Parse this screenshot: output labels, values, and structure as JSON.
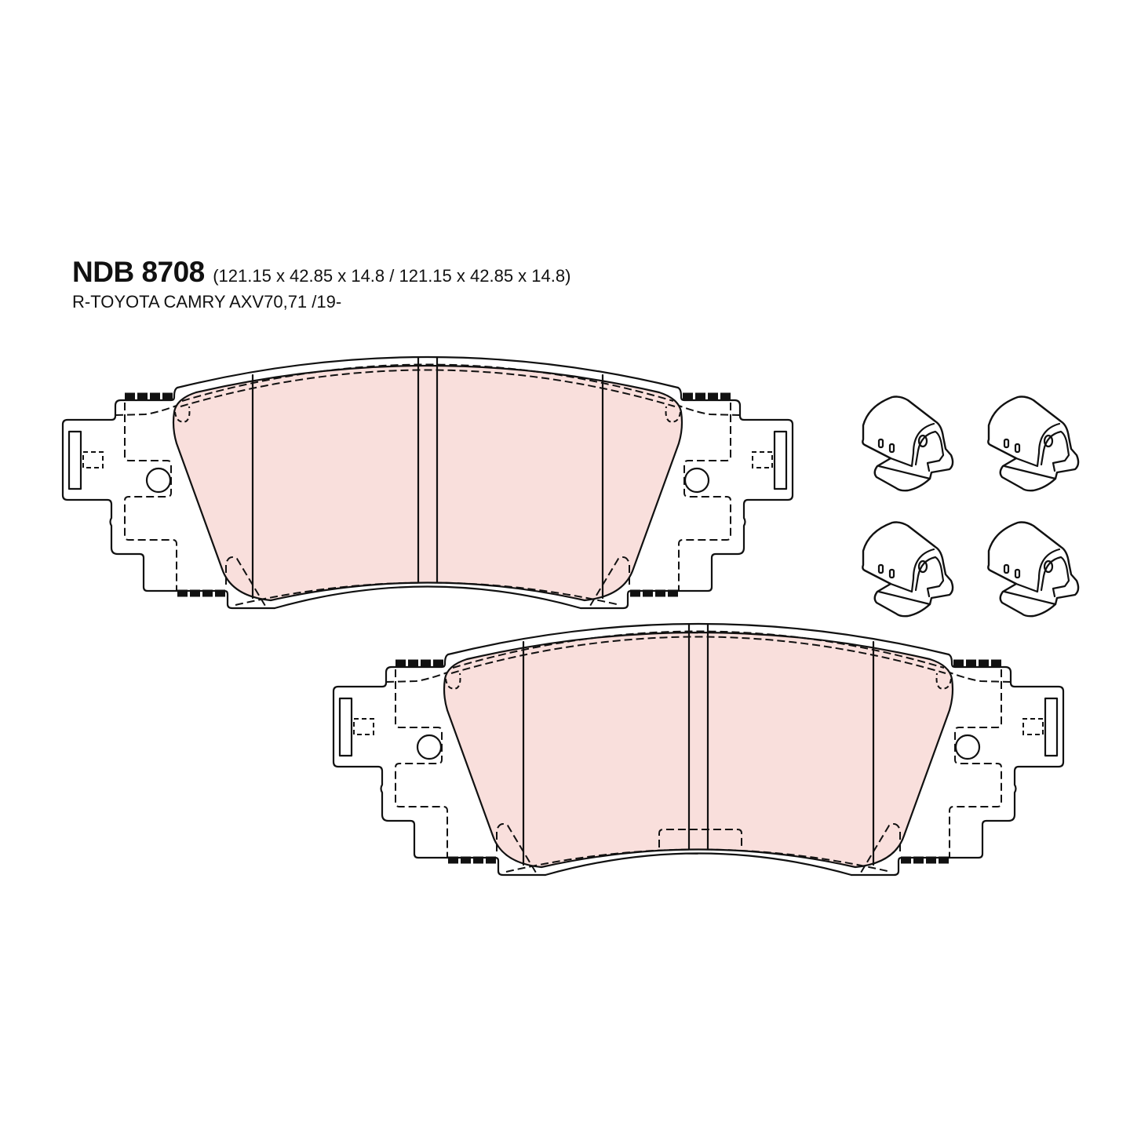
{
  "header": {
    "part_code": "NDB 8708",
    "dimensions": "(121.15 x 42.85 x 14.8 / 121.15 x 42.85 x 14.8)",
    "application": "R-TOYOTA CAMRY AXV70,71 /19-"
  },
  "drawing": {
    "pads": [
      "outer-pad",
      "inner-pad"
    ],
    "clips_count": 4,
    "colors": {
      "friction_material": "#f9dfdc",
      "outline": "#111111",
      "background": "#ffffff"
    }
  }
}
